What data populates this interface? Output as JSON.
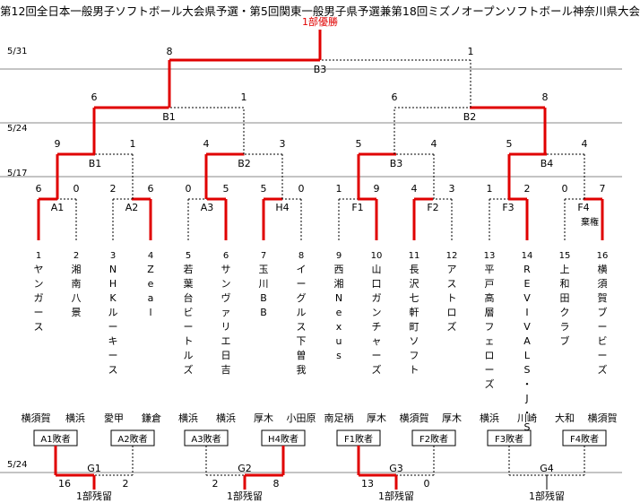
{
  "title": "第12回全日本一般男子ソフトボール大会県予選・第5回関東一般男子県予選兼第18回ミズノオープンソフトボール神奈川県大会",
  "champion_label": "1部優勝",
  "dates": [
    "5/31",
    "5/24",
    "5/17",
    "5/24"
  ],
  "teams": [
    {
      "no": "1",
      "name": "ヤンガース"
    },
    {
      "no": "2",
      "name": "湘南八景"
    },
    {
      "no": "3",
      "name": "NHKルーキース"
    },
    {
      "no": "4",
      "name": "Zeal"
    },
    {
      "no": "5",
      "name": "若葉台ビートルズ"
    },
    {
      "no": "6",
      "name": "サンヴァリエ日吉"
    },
    {
      "no": "7",
      "name": "玉川BB"
    },
    {
      "no": "8",
      "name": "イーグルス下曽我"
    },
    {
      "no": "9",
      "name": "西湘 Nexus"
    },
    {
      "no": "10",
      "name": "山口ガンチャーズ"
    },
    {
      "no": "11",
      "name": "長沢七軒町ソフト"
    },
    {
      "no": "12",
      "name": "アストロズ"
    },
    {
      "no": "13",
      "name": "平戸高層フェローズ"
    },
    {
      "no": "14",
      "name": "REVIVAL S・J・S"
    },
    {
      "no": "15",
      "name": "上和田クラブ"
    },
    {
      "no": "16",
      "name": "横須賀ブービーズ"
    }
  ],
  "round1": [
    {
      "label": "A1",
      "scores": [
        "6",
        "0"
      ]
    },
    {
      "label": "A2",
      "scores": [
        "2",
        "6"
      ]
    },
    {
      "label": "A3",
      "scores": [
        "0",
        "5"
      ]
    },
    {
      "label": "H4",
      "scores": [
        "5",
        "0"
      ]
    },
    {
      "label": "F1",
      "scores": [
        "1",
        "9"
      ]
    },
    {
      "label": "F2",
      "scores": [
        "4",
        "3"
      ]
    },
    {
      "label": "F3",
      "scores": [
        "1",
        "2"
      ]
    },
    {
      "label": "F4",
      "scores": [
        "0",
        "7"
      ],
      "note": "棄権"
    }
  ],
  "round2": [
    {
      "label": "B1",
      "scores": [
        "9",
        "1"
      ]
    },
    {
      "label": "B2",
      "scores": [
        "4",
        "3"
      ]
    },
    {
      "label": "B3",
      "scores": [
        "5",
        "4"
      ]
    },
    {
      "label": "B4",
      "scores": [
        "5",
        "4"
      ]
    }
  ],
  "semis": [
    {
      "label": "B1",
      "scores": [
        "6",
        "1"
      ]
    },
    {
      "label": "B2",
      "scores": [
        "6",
        "8"
      ]
    }
  ],
  "final": {
    "label": "B3",
    "scores": [
      "8",
      "1"
    ]
  },
  "consolation": {
    "places": [
      "横須賀",
      "横浜",
      "愛甲",
      "鎌倉",
      "横浜",
      "横浜",
      "厚木",
      "小田原",
      "南足柄",
      "厚木",
      "横須賀",
      "厚木",
      "横浜",
      "川崎",
      "大和",
      "横須賀"
    ],
    "boxes": [
      "A1敗者",
      "A2敗者",
      "A3敗者",
      "H4敗者",
      "F1敗者",
      "F2敗者",
      "F3敗者",
      "F4敗者"
    ],
    "games": [
      {
        "label": "G1",
        "scores": [
          "16",
          "2"
        ],
        "result": "1部残留"
      },
      {
        "label": "G2",
        "scores": [
          "2",
          "8"
        ],
        "result": "1部残留"
      },
      {
        "label": "G3",
        "scores": [
          "13",
          "0"
        ],
        "result": "1部残留"
      },
      {
        "label": "G4",
        "scores": [
          "",
          ""
        ],
        "result": "1部残留"
      }
    ]
  },
  "colors": {
    "win": "#e00000",
    "line": "#000000",
    "dotted": "#000000",
    "champion": "#e00000"
  }
}
